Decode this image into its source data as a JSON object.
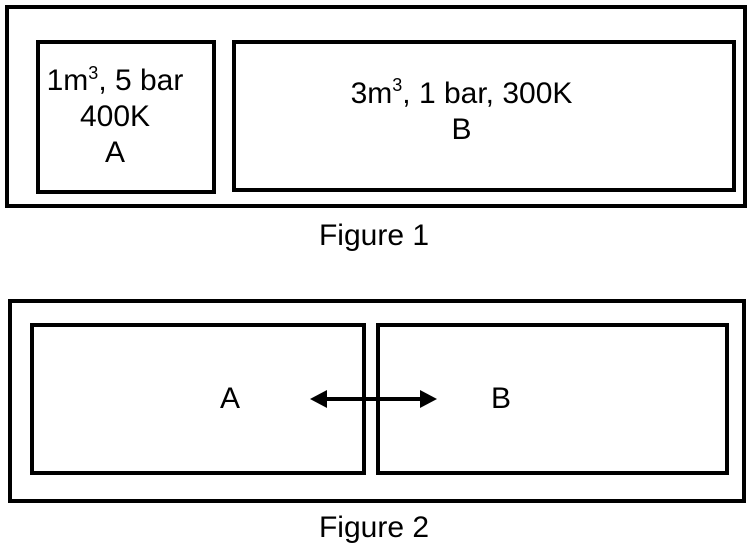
{
  "figure1": {
    "caption": "Figure 1",
    "chamber_a": {
      "volume": "1m",
      "volume_exponent": "3",
      "conditions": ", 5 bar",
      "temperature": "400K",
      "label": "A"
    },
    "chamber_b": {
      "volume": "3m",
      "volume_exponent": "3",
      "conditions": ", 1 bar, 300K",
      "label": "B"
    }
  },
  "figure2": {
    "caption": "Figure 2",
    "label_a": "A",
    "label_b": "B",
    "arrow_icon": "double-headed-arrow"
  },
  "colors": {
    "line": "#000000",
    "background": "#ffffff"
  }
}
